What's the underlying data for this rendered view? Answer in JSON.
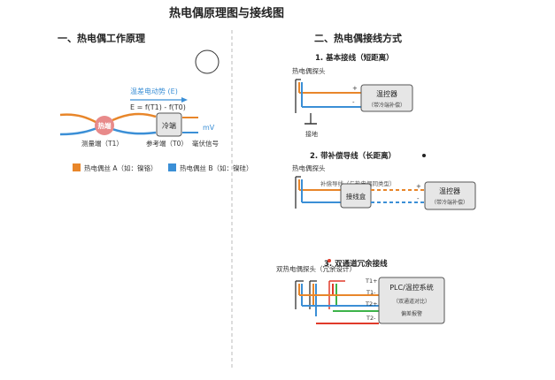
{
  "title": "热电偶原理图与接线图",
  "colors": {
    "wire_a": "#e8862a",
    "wire_b": "#3b8fd6",
    "hot": "#e88a8a",
    "box_fill": "#e6e6e6",
    "box_stroke": "#555555",
    "divider": "#bbbbbb",
    "red": "#e03a2a",
    "green": "#3db34a",
    "dark": "#333333"
  },
  "left": {
    "heading": "一、热电偶工作原理",
    "emf_label": "温差电动势 (E)",
    "formula": "E = f(T1) - f(T0)",
    "hot_label": "热端",
    "cold_label": "冷端",
    "mv_label": "mV",
    "measure_label": "测量端（T1）",
    "ref_label": "参考端（T0）",
    "signal_label": "毫伏信号",
    "legend_a": "热电偶丝 A（如：镍铬）",
    "legend_b": "热电偶丝 B（如：镍硅）"
  },
  "right": {
    "heading": "二、热电偶接线方式",
    "s1": {
      "title": "1. 基本接线（短距离）",
      "probe": "热电偶探头",
      "plus": "+",
      "minus": "-",
      "ground": "接地",
      "controller": "温控器",
      "controller_sub": "（带冷端补偿）"
    },
    "s2": {
      "title": "2. 带补偿导线（长距离）",
      "probe": "热电偶探头",
      "comp_wire": "补偿导线（与热电偶同类型）",
      "junction_box": "接线盒",
      "plus": "+",
      "minus": "-",
      "controller": "温控器",
      "controller_sub": "（带冷端补偿）"
    },
    "s3": {
      "title": "3. 双通道冗余接线",
      "probe": "双热电偶探头（冗余设计）",
      "t1p": "T1+",
      "t1m": "T1-",
      "t2p": "T2+",
      "t2m": "T2-",
      "plc": "PLC/温控系统",
      "plc_sub1": "（双通道对比）",
      "plc_sub2": "偏差报警"
    }
  }
}
